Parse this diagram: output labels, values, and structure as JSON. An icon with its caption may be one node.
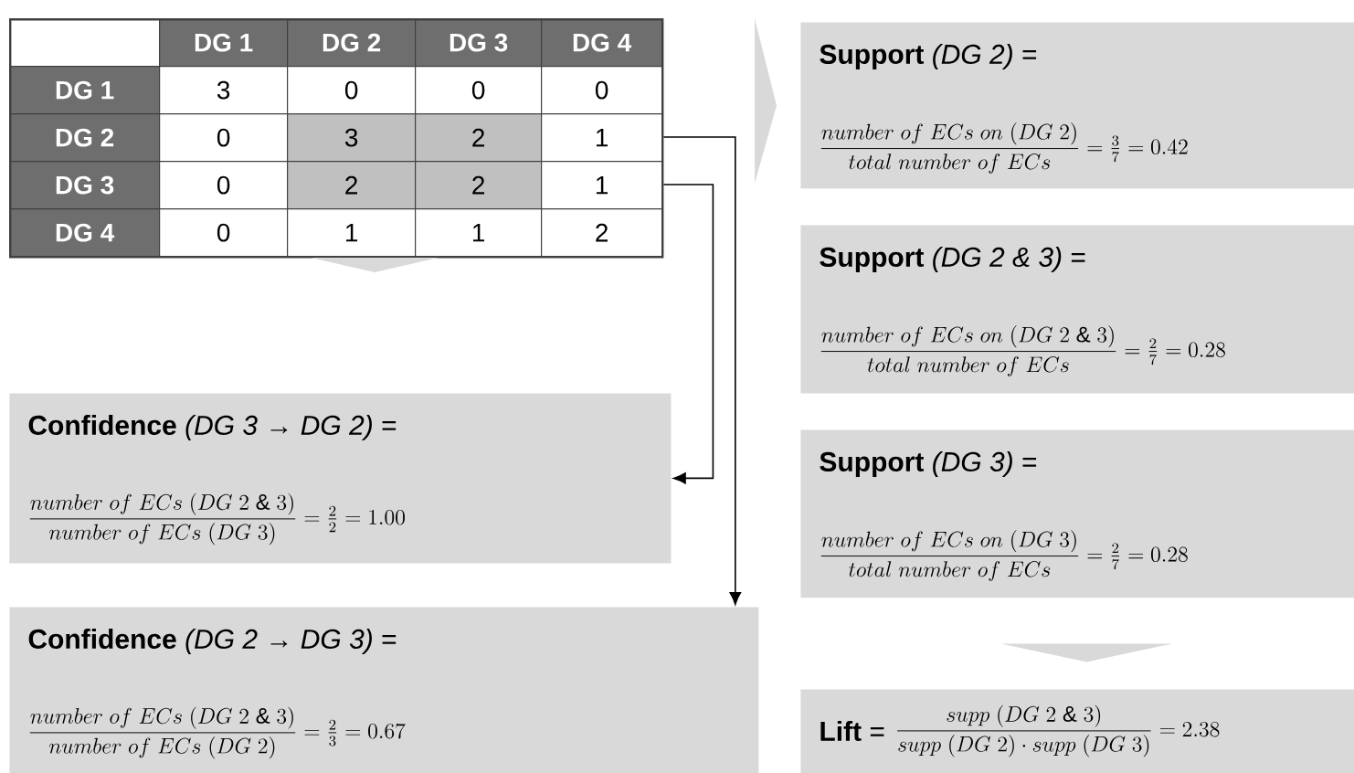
{
  "diagram": {
    "nodes": [
      {
        "text": [],
        "shape": "table"
      },
      {
        "text": [
          "**Support** *(DG 2)* =",
          "\\frac{number\\ of\\ ECs\\ on\\ (DG\\ 2)}{total\\ number\\ of\\ ECs} = \\tfrac{3}{7} = 0.42"
        ]
      },
      {
        "text": [
          "**Support** *(DG 2 & 3)* =",
          "\\frac{number\\ of\\ ECs\\ on\\ (DG\\ 2\\ \\&\\ 3)}{total\\ number\\ of\\ ECs} = \\tfrac{2}{7} = 0.28"
        ]
      },
      {
        "text": [
          "**Support** *(DG 3)* =",
          "\\frac{number\\ of\\ ECs\\ on\\ (DG\\ 3)}{total\\ number\\ of\\ ECs} = \\tfrac{2}{7} = 0.28"
        ]
      },
      {
        "text": [
          "**Lift** =",
          "\\frac{supp\\ (DG\\ 2\\ \\&\\ 3)}{supp\\ (DG\\ 2)\\cdot supp\\ (DG\\ 3)} = 2.38"
        ]
      },
      {
        "text": [
          "**Confidence** *(DG 3 → DG 2)* =",
          "\\frac{number\\ of\\ ECs\\ (DG\\ 2\\ \\&\\ 3)}{number\\ of\\ ECs\\ (DG\\ 3)} = \\tfrac{2}{2} = 1.00"
        ]
      },
      {
        "text": [
          "**Confidence** *(DG 2 → DG 3)* =",
          "\\frac{number\\ of\\ ECs\\ (DG\\ 2\\ \\&\\ 3)}{number\\ of\\ ECs\\ (DG\\ 2)} = \\tfrac{2}{3} = 0.67"
        ]
      }
    ],
    "edges": [
      {
        "from": 0,
        "to": 1,
        "arrow": "to",
        "style": "thick",
        "color": "#d9d9d9"
      },
      {
        "from": 3,
        "to": 4,
        "arrow": "to",
        "style": "thick",
        "color": "#d9d9d9"
      },
      {
        "from": 0,
        "to": 6,
        "arrow": "to"
      },
      {
        "from": 0,
        "to": 5,
        "arrow": "to"
      }
    ],
    "labels": [
      "DG 1",
      "DG 2",
      "DG 3",
      "DG 4",
      "DG 1",
      "3",
      "0",
      "0",
      "0",
      "DG 2",
      "0",
      "3",
      "2",
      "1",
      "DG 3",
      "0",
      "2",
      "2",
      "1",
      "DG 4",
      "0",
      "1",
      "1",
      "2"
    ]
  }
}
